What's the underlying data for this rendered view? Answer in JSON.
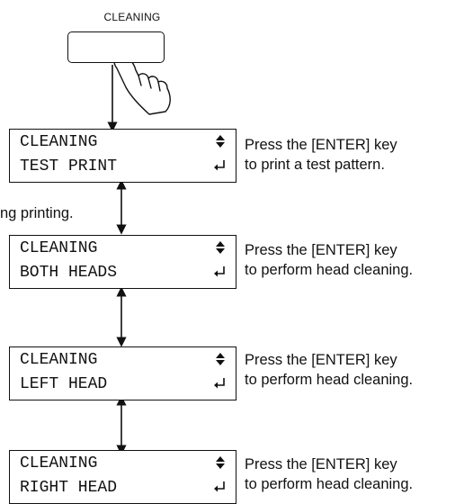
{
  "button": {
    "label": "CLEANING"
  },
  "side_note": "ng printing.",
  "screens": [
    {
      "line1": "CLEANING",
      "line2": "TEST PRINT",
      "desc1": "Press the [ENTER] key",
      "desc2": "to print a test pattern."
    },
    {
      "line1": "CLEANING",
      "line2": "BOTH HEADS",
      "desc1": "Press the [ENTER] key",
      "desc2": "to perform head cleaning."
    },
    {
      "line1": "CLEANING",
      "line2": "LEFT HEAD",
      "desc1": "Press the [ENTER] key",
      "desc2": "to perform head cleaning."
    },
    {
      "line1": "CLEANING",
      "line2": "RIGHT HEAD",
      "desc1": "Press the [ENTER] key",
      "desc2": "to perform head cleaning."
    }
  ],
  "icons": {
    "pointer": "pointing-hand-icon",
    "scroll": "up-down-icon",
    "enter": "enter-icon"
  }
}
